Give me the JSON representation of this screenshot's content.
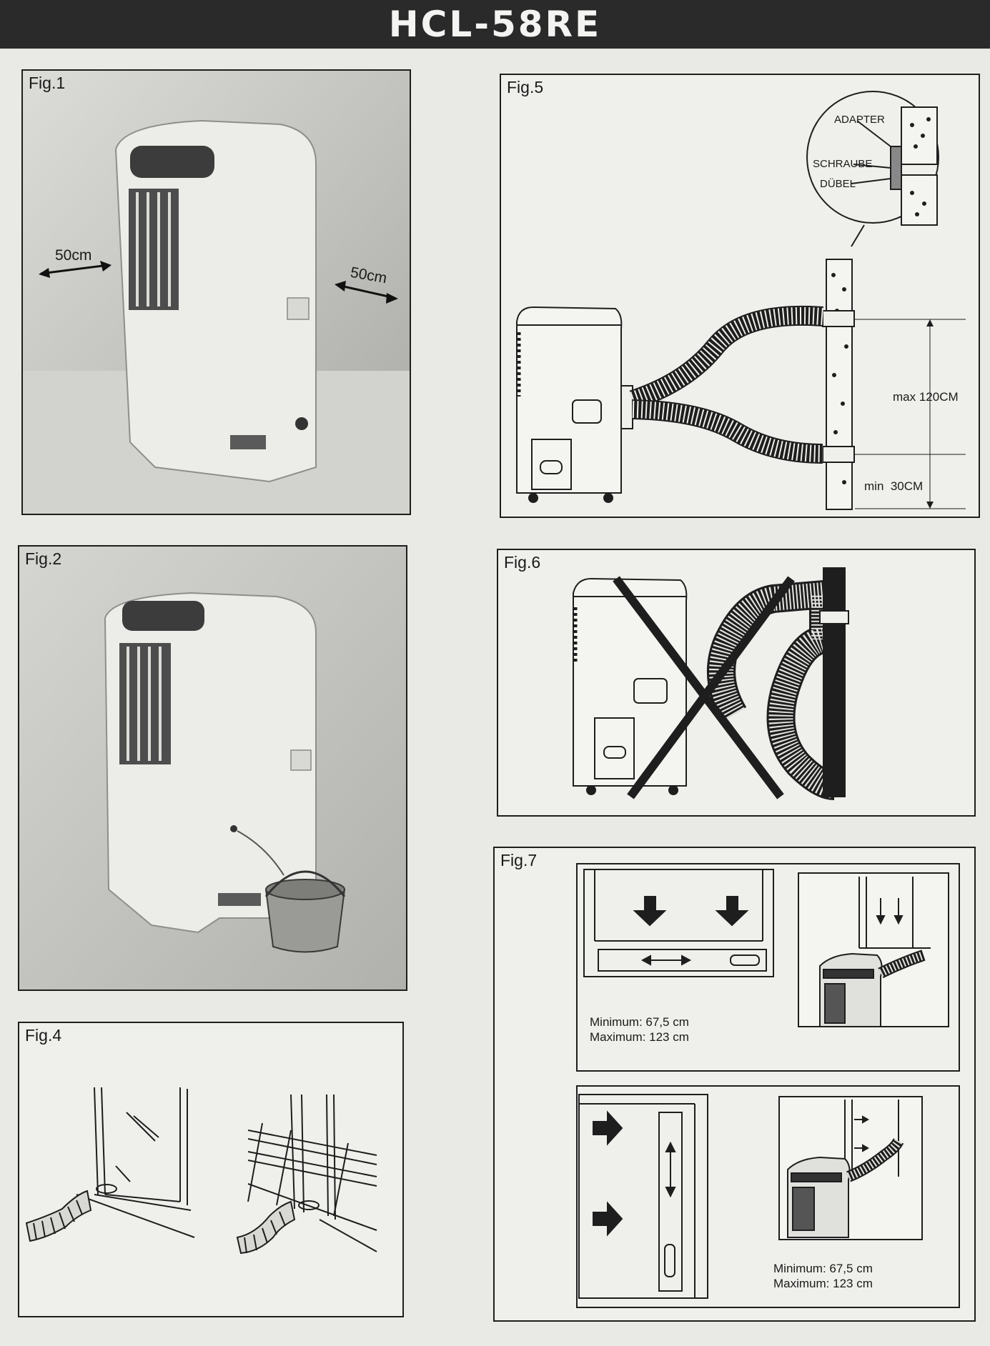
{
  "header": {
    "model": "HCL-58RE"
  },
  "figures": {
    "fig1": {
      "label": "Fig.1",
      "left_clearance": "50cm",
      "right_clearance": "50cm"
    },
    "fig2": {
      "label": "Fig.2"
    },
    "fig4": {
      "label": "Fig.4"
    },
    "fig5": {
      "label": "Fig.5",
      "adapter": "ADAPTER",
      "schraube": "SCHRAUBE",
      "duebel": "DÜBEL",
      "max_height": "max 120CM",
      "min_height": "min  30CM"
    },
    "fig6": {
      "label": "Fig.6"
    },
    "fig7": {
      "label": "Fig.7",
      "panel_a": {
        "minimum": "Minimum: 67,5 cm",
        "maximum": "Maximum: 123 cm"
      },
      "panel_b": {
        "minimum": "Minimum: 67,5 cm",
        "maximum": "Maximum: 123 cm"
      }
    }
  },
  "colors": {
    "header_bg": "#2a2a2a",
    "paper": "#e9e9e5",
    "ink": "#1e1e1e",
    "photo_bg": "#c9c9c5"
  }
}
